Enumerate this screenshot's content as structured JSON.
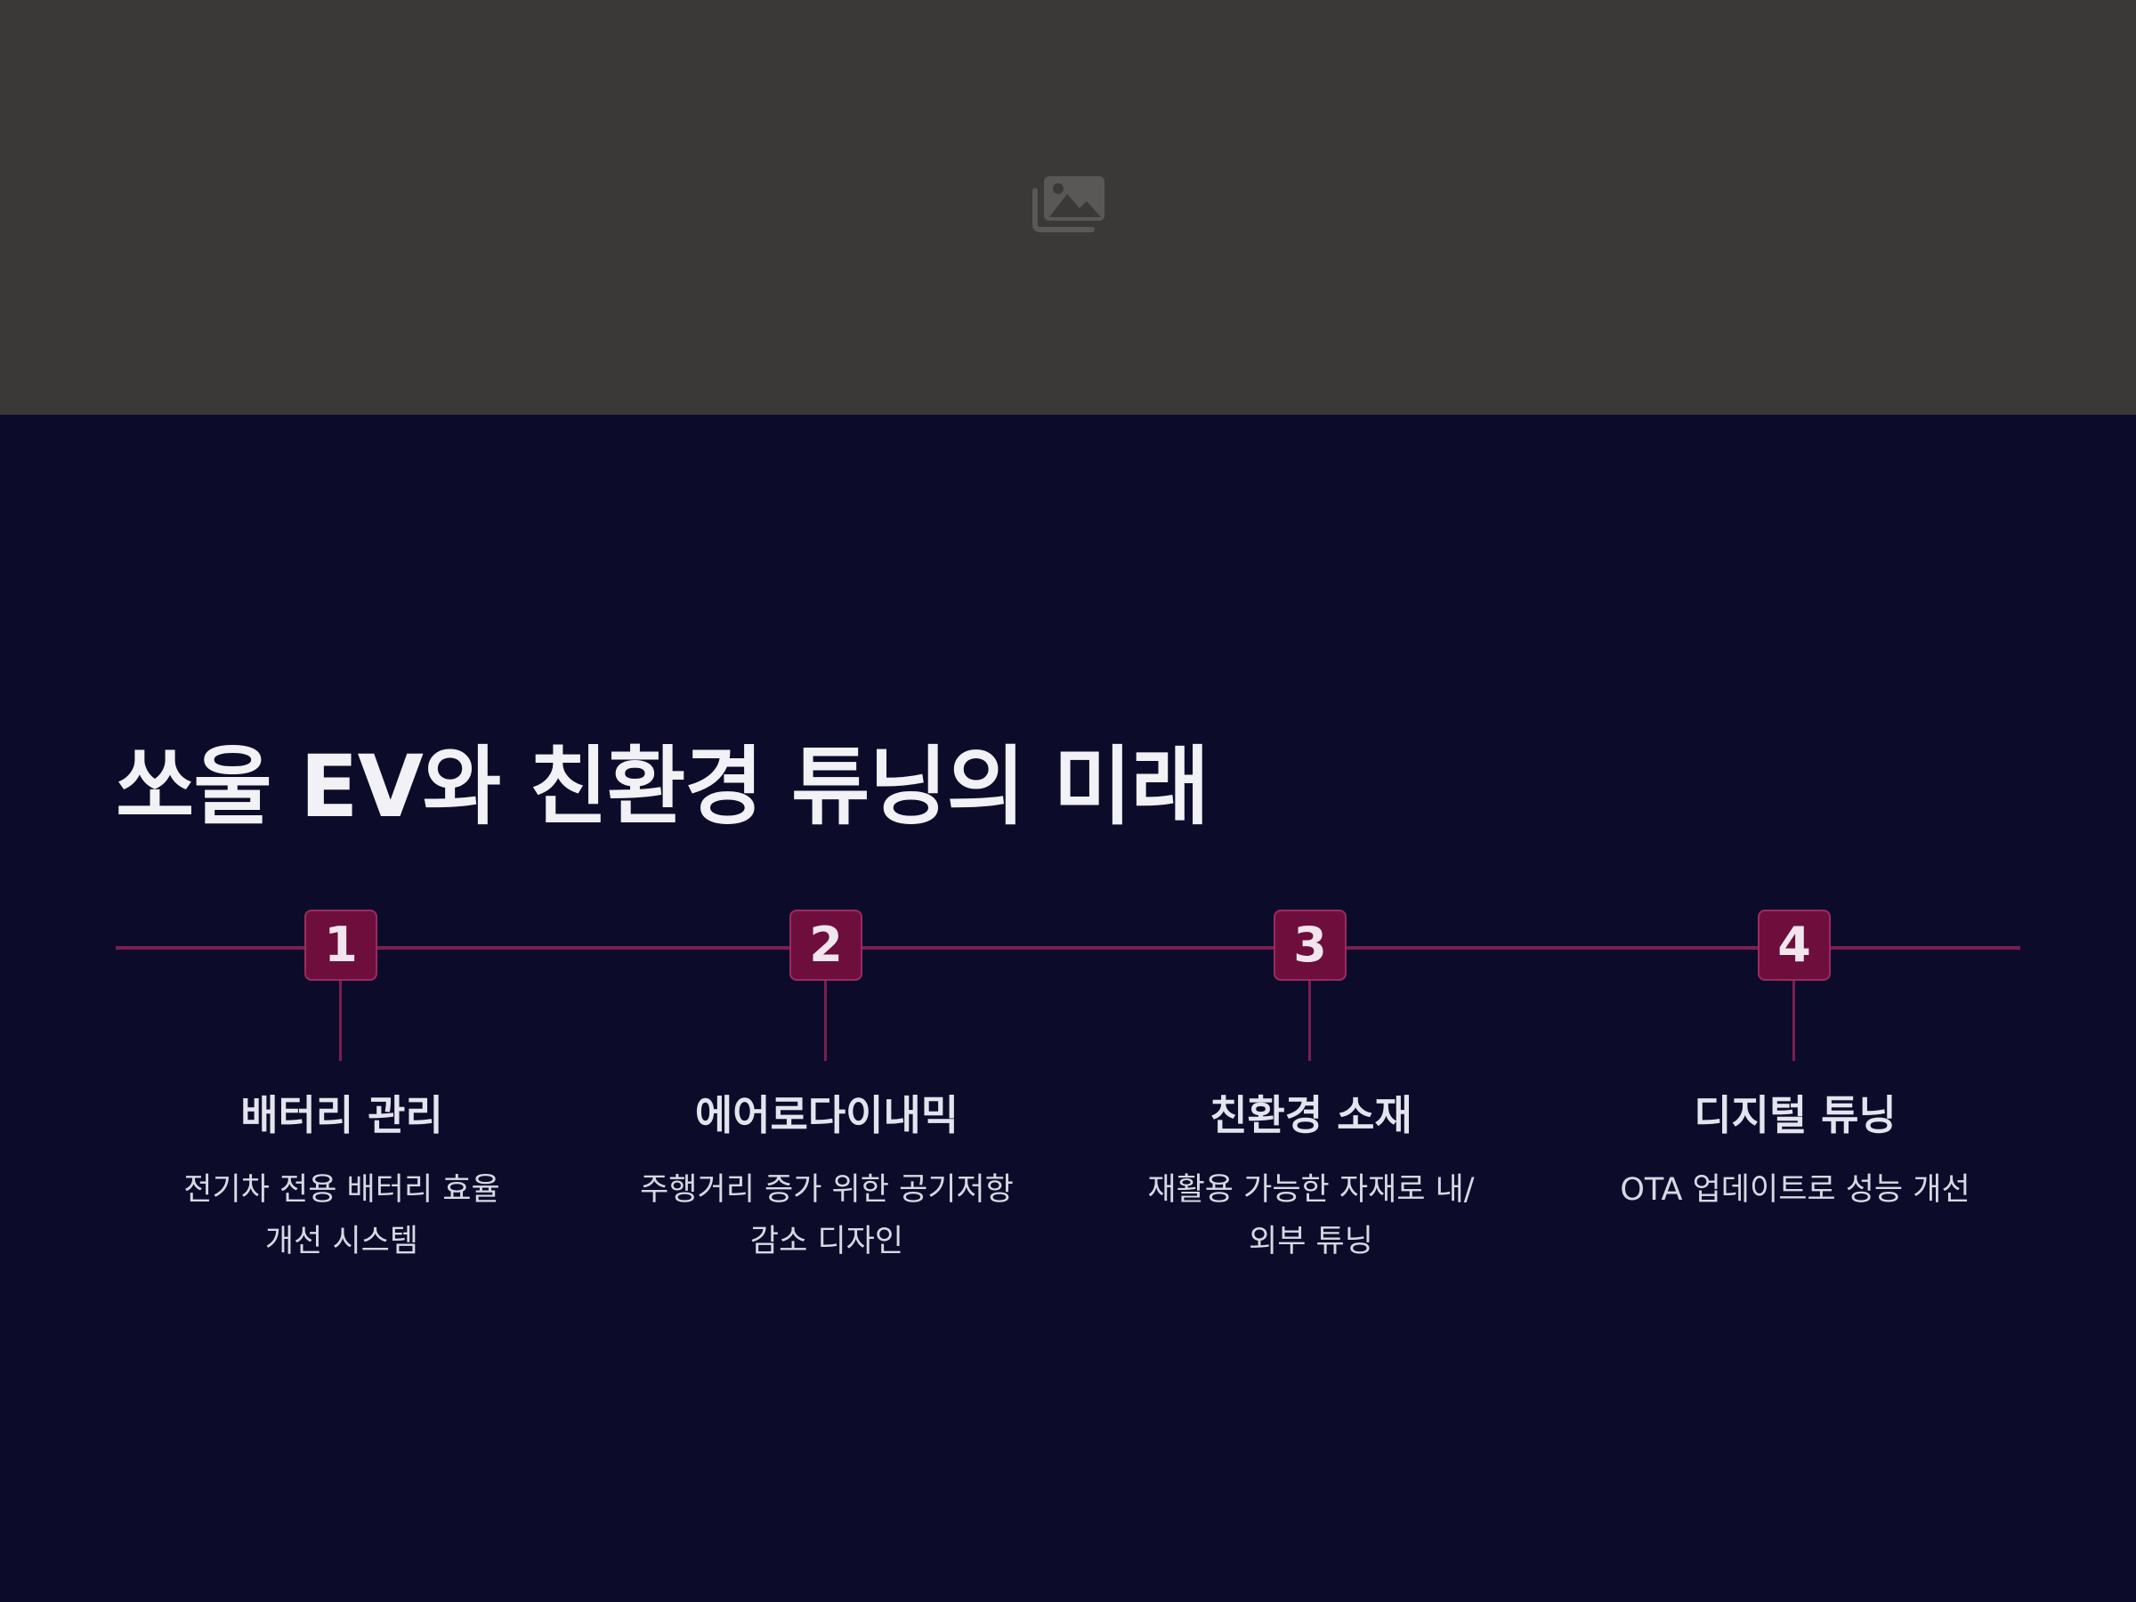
{
  "hero": {
    "placeholder_icon": "image-gallery-icon"
  },
  "page": {
    "title": "쏘울 EV와 친환경 튜닝의 미래"
  },
  "colors": {
    "hero_background": "#3b3838",
    "page_background": "#0c0c2a",
    "accent": "#6e0e3c",
    "timeline_line": "#7a1f4e",
    "title_text": "#f1f1f6"
  },
  "steps": [
    {
      "number": "1",
      "title": "배터리 관리",
      "description": "전기차 전용 배터리 효율 개선 시스템"
    },
    {
      "number": "2",
      "title": "에어로다이내믹",
      "description": "주행거리 증가 위한 공기저항 감소 디자인"
    },
    {
      "number": "3",
      "title": "친환경 소재",
      "description": "재활용 가능한 자재로 내/외부 튜닝"
    },
    {
      "number": "4",
      "title": "디지털 튜닝",
      "description": "OTA 업데이트로 성능 개선"
    }
  ]
}
